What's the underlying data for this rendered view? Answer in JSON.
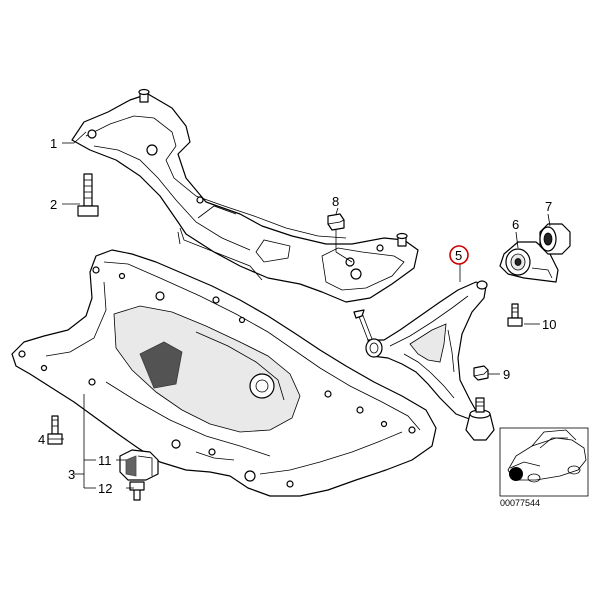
{
  "labels": {
    "l1": "1",
    "l2": "2",
    "l3": "3",
    "l4": "4",
    "l5": "5",
    "l6": "6",
    "l7": "7",
    "l8": "8",
    "l9": "9",
    "l10": "10",
    "l11": "11",
    "l12": "12"
  },
  "highlighted_part": "5",
  "highlight_color": "#cc0000",
  "reference_code": "00077544"
}
